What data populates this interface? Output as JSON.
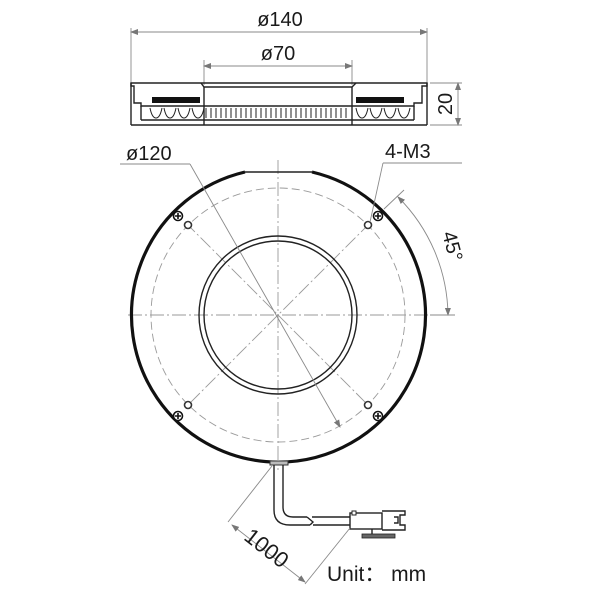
{
  "drawing": {
    "title": "Ring light dimensional drawing",
    "side_view": {
      "outer_diameter_label": "ø140",
      "inner_diameter_label": "ø70",
      "height_label": "20"
    },
    "front_view": {
      "pcd_label": "ø120",
      "screw_label": "4-M3",
      "angle_label": "45°"
    },
    "cable": {
      "length_label": "1000"
    },
    "unit_label": "Unit： mm"
  },
  "colors": {
    "line": "#111111",
    "dim_line": "#8a8a8a",
    "background": "#ffffff"
  }
}
